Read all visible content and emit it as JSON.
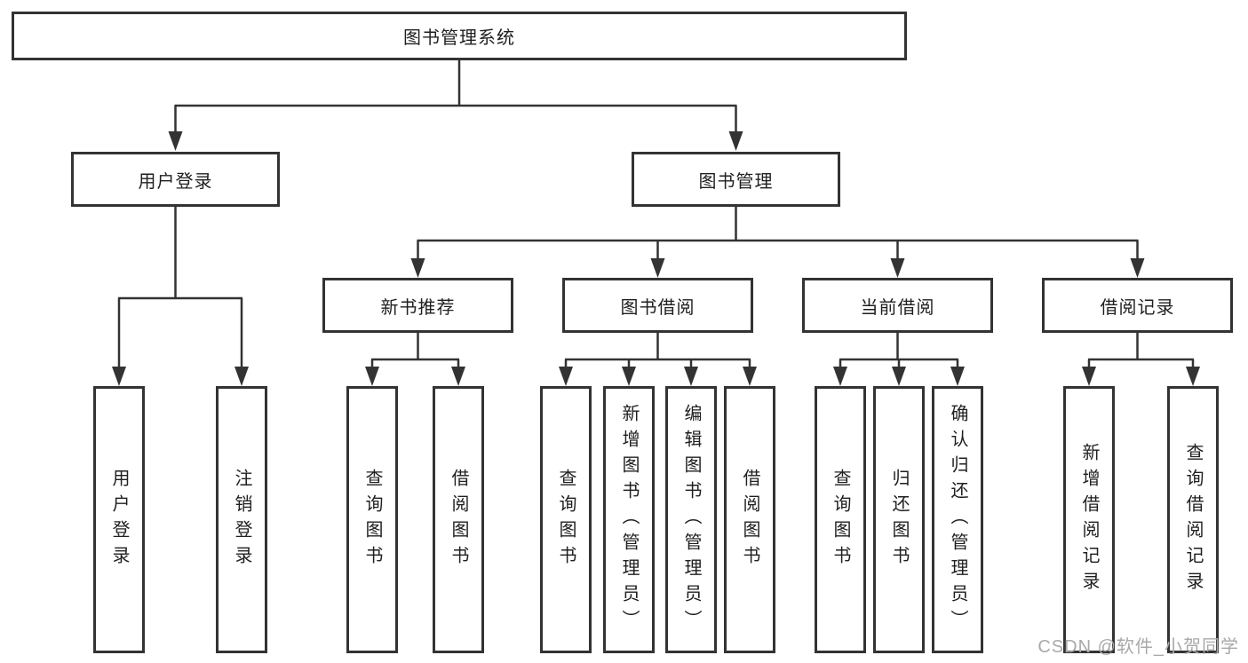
{
  "diagram": {
    "root": "图书管理系统",
    "level2": [
      "用户登录",
      "图书管理"
    ],
    "level3": [
      "新书推荐",
      "图书借阅",
      "当前借阅",
      "借阅记录"
    ],
    "leaves": {
      "user_login": [
        "用户登录",
        "注销登录"
      ],
      "new_book_recommend": [
        "查询图书",
        "借阅图书"
      ],
      "book_borrow": [
        "查询图书",
        "新增图书（管理员）",
        "编辑图书（管理员）",
        "借阅图书"
      ],
      "current_borrow": [
        "查询图书",
        "归还图书",
        "确认归还（管理员）"
      ],
      "borrow_record": [
        "新增借阅记录",
        "查询借阅记录"
      ]
    }
  },
  "watermark": "CSDN @软件_小贺同学",
  "colors": {
    "line": "#333333",
    "text": "#1f1f1f",
    "watermark": "#a9a9a9",
    "background": "#ffffff"
  }
}
